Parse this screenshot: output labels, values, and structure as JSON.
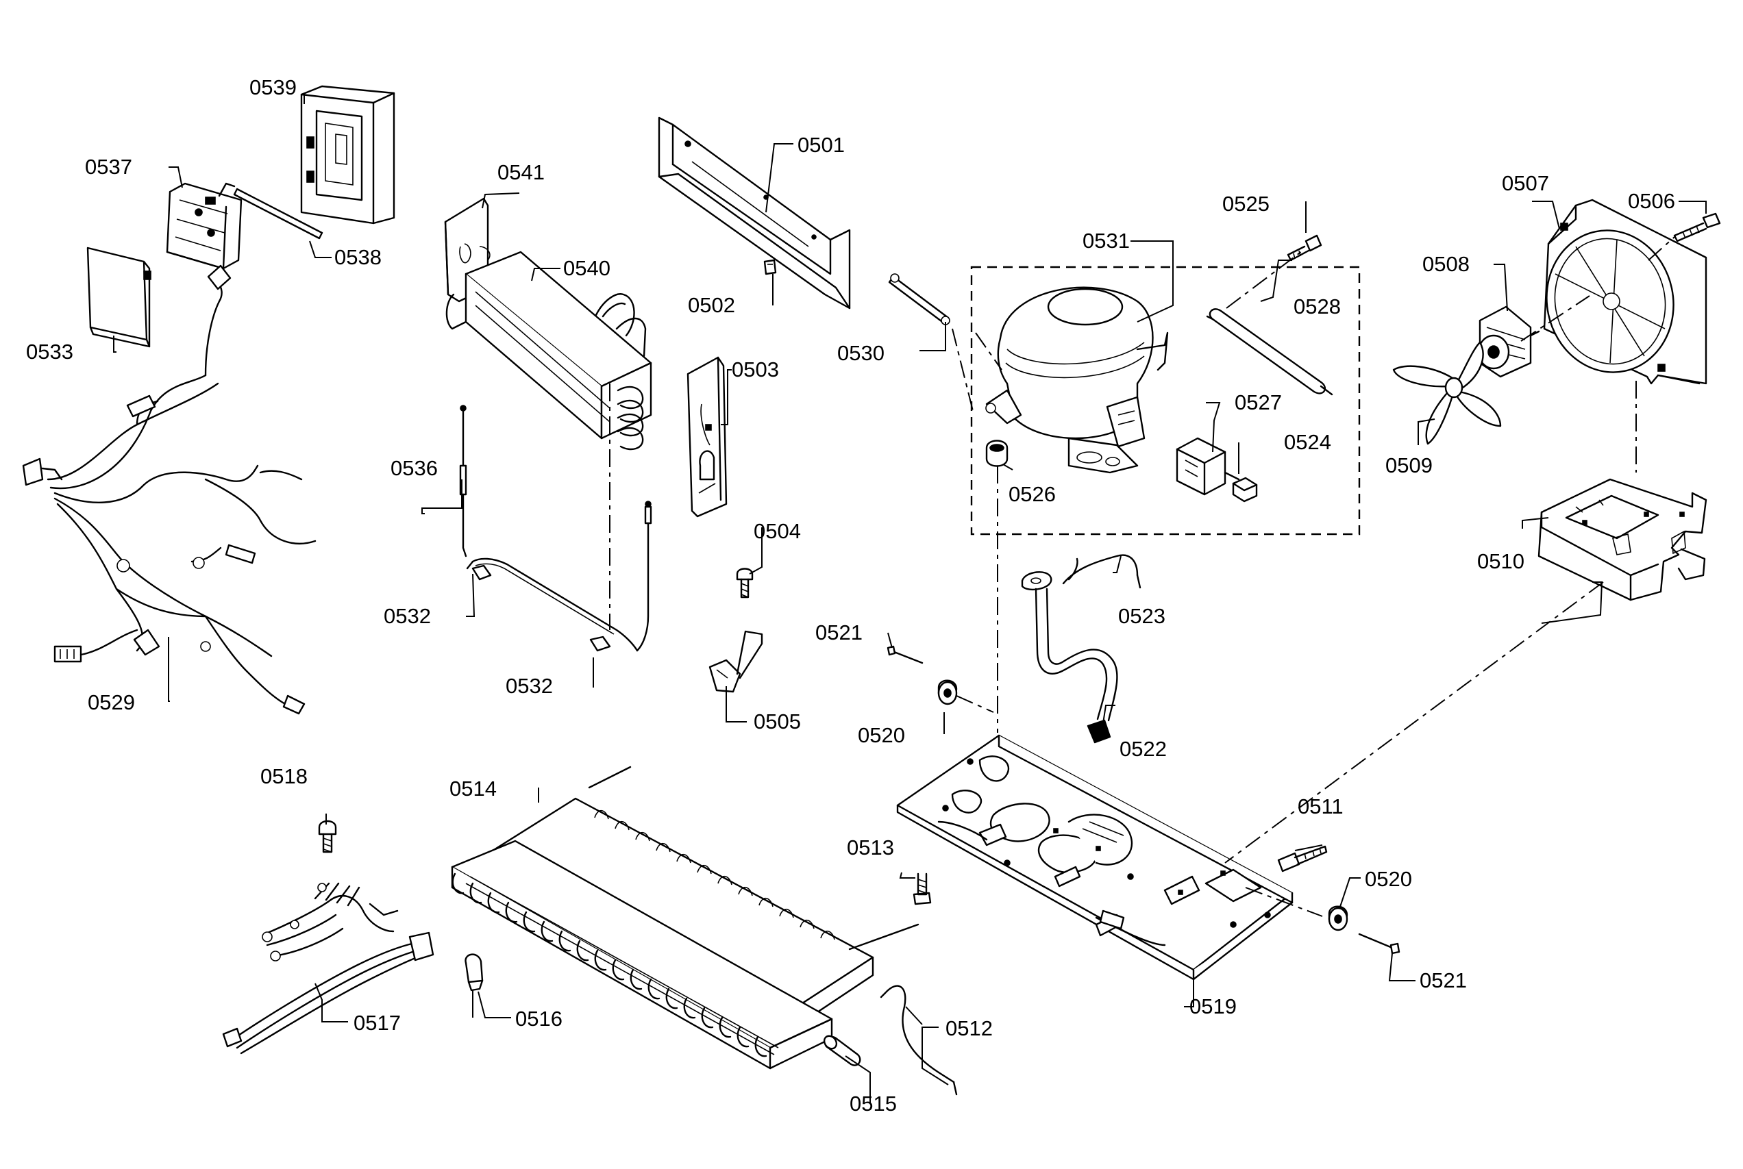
{
  "callouts": [
    {
      "id": "c0501",
      "label": "0501"
    },
    {
      "id": "c0502",
      "label": "0502"
    },
    {
      "id": "c0503",
      "label": "0503"
    },
    {
      "id": "c0504",
      "label": "0504"
    },
    {
      "id": "c0505",
      "label": "0505"
    },
    {
      "id": "c0506",
      "label": "0506"
    },
    {
      "id": "c0507",
      "label": "0507"
    },
    {
      "id": "c0508",
      "label": "0508"
    },
    {
      "id": "c0509",
      "label": "0509"
    },
    {
      "id": "c0510",
      "label": "0510"
    },
    {
      "id": "c0511",
      "label": "0511"
    },
    {
      "id": "c0512",
      "label": "0512"
    },
    {
      "id": "c0513",
      "label": "0513"
    },
    {
      "id": "c0514",
      "label": "0514"
    },
    {
      "id": "c0515",
      "label": "0515"
    },
    {
      "id": "c0516",
      "label": "0516"
    },
    {
      "id": "c0517",
      "label": "0517"
    },
    {
      "id": "c0518",
      "label": "0518"
    },
    {
      "id": "c0519",
      "label": "0519"
    },
    {
      "id": "c0520a",
      "label": "0520"
    },
    {
      "id": "c0520b",
      "label": "0520"
    },
    {
      "id": "c0521a",
      "label": "0521"
    },
    {
      "id": "c0521b",
      "label": "0521"
    },
    {
      "id": "c0522",
      "label": "0522"
    },
    {
      "id": "c0523",
      "label": "0523"
    },
    {
      "id": "c0524",
      "label": "0524"
    },
    {
      "id": "c0525",
      "label": "0525"
    },
    {
      "id": "c0526",
      "label": "0526"
    },
    {
      "id": "c0527",
      "label": "0527"
    },
    {
      "id": "c0528",
      "label": "0528"
    },
    {
      "id": "c0529",
      "label": "0529"
    },
    {
      "id": "c0530",
      "label": "0530"
    },
    {
      "id": "c0531",
      "label": "0531"
    },
    {
      "id": "c0532a",
      "label": "0532"
    },
    {
      "id": "c0532b",
      "label": "0532"
    },
    {
      "id": "c0533",
      "label": "0533"
    },
    {
      "id": "c0536",
      "label": "0536"
    },
    {
      "id": "c0537",
      "label": "0537"
    },
    {
      "id": "c0538",
      "label": "0538"
    },
    {
      "id": "c0539",
      "label": "0539"
    },
    {
      "id": "c0540",
      "label": "0540"
    },
    {
      "id": "c0541",
      "label": "0541"
    }
  ]
}
